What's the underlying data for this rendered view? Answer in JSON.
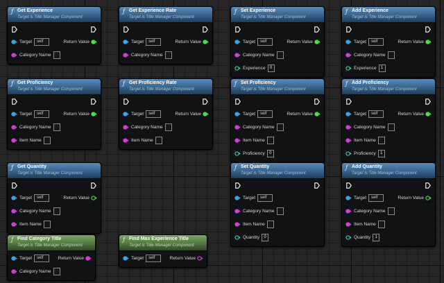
{
  "graph": {
    "nodes": [
      {
        "id": "get-experience",
        "title": "Get Experience",
        "subtitle": "Target is Title Manager Component",
        "kind": "function",
        "exec": true,
        "return": "Return Value",
        "return_filled": true,
        "inputs": [
          {
            "type": "target",
            "label": "Target",
            "value": "self"
          },
          {
            "type": "name",
            "label": "Category Name"
          }
        ]
      },
      {
        "id": "get-experience-rate",
        "title": "Get Experience Rate",
        "subtitle": "Target is Title Manager Component",
        "kind": "function",
        "exec": true,
        "return": "Return Value",
        "return_filled": true,
        "inputs": [
          {
            "type": "target",
            "label": "Target",
            "value": "self"
          },
          {
            "type": "name",
            "label": "Category Name"
          }
        ]
      },
      {
        "id": "set-experience",
        "title": "Set Experience",
        "subtitle": "Target is Title Manager Component",
        "kind": "function",
        "exec": true,
        "return": "Return Value",
        "return_filled": true,
        "inputs": [
          {
            "type": "target",
            "label": "Target",
            "value": "self"
          },
          {
            "type": "name",
            "label": "Category Name"
          },
          {
            "type": "int",
            "label": "Experience",
            "value": "0"
          }
        ]
      },
      {
        "id": "add-experience",
        "title": "Add Experience",
        "subtitle": "Target is Title Manager Component",
        "kind": "function",
        "exec": true,
        "return": "Return Value",
        "return_filled": true,
        "inputs": [
          {
            "type": "target",
            "label": "Target",
            "value": "self"
          },
          {
            "type": "name",
            "label": "Category Name"
          },
          {
            "type": "int",
            "label": "Experience",
            "value": "1"
          }
        ]
      },
      {
        "id": "get-proficiency",
        "title": "Get Proficiency",
        "subtitle": "Target is Title Manager Component",
        "kind": "function",
        "exec": true,
        "return": "Return Value",
        "return_filled": true,
        "inputs": [
          {
            "type": "target",
            "label": "Target",
            "value": "self"
          },
          {
            "type": "name",
            "label": "Category Name"
          },
          {
            "type": "name",
            "label": "Item Name"
          }
        ]
      },
      {
        "id": "get-proficiency-rate",
        "title": "Get Proficiency Rate",
        "subtitle": "Target is Title Manager Component",
        "kind": "function",
        "exec": true,
        "return": "Return Value",
        "return_filled": true,
        "inputs": [
          {
            "type": "target",
            "label": "Target",
            "value": "self"
          },
          {
            "type": "name",
            "label": "Category Name"
          },
          {
            "type": "name",
            "label": "Item Name"
          }
        ]
      },
      {
        "id": "set-proficiency",
        "title": "Set Proficiency",
        "subtitle": "Target is Title Manager Component",
        "kind": "function",
        "exec": true,
        "return": "Return Value",
        "return_filled": true,
        "inputs": [
          {
            "type": "target",
            "label": "Target",
            "value": "self"
          },
          {
            "type": "name",
            "label": "Category Name"
          },
          {
            "type": "name",
            "label": "Item Name"
          },
          {
            "type": "int",
            "label": "Proficiency",
            "value": "0"
          }
        ]
      },
      {
        "id": "add-proficiency",
        "title": "Add Proficiency",
        "subtitle": "Target is Title Manager Component",
        "kind": "function",
        "exec": true,
        "return": "Return Value",
        "return_filled": true,
        "inputs": [
          {
            "type": "target",
            "label": "Target",
            "value": "self"
          },
          {
            "type": "name",
            "label": "Category Name"
          },
          {
            "type": "name",
            "label": "Item Name"
          },
          {
            "type": "int",
            "label": "Proficiency",
            "value": "1"
          }
        ]
      },
      {
        "id": "get-quantity",
        "title": "Get Quantity",
        "subtitle": "Target is Title Manager Component",
        "kind": "function",
        "exec": true,
        "return": "Return Value",
        "return_filled": false,
        "inputs": [
          {
            "type": "target",
            "label": "Target",
            "value": "self"
          },
          {
            "type": "name",
            "label": "Category Name"
          },
          {
            "type": "name",
            "label": "Item Name"
          }
        ]
      },
      {
        "id": "set-quantity",
        "title": "Set Quantity",
        "subtitle": "Target is Title Manager Component",
        "kind": "function",
        "exec": true,
        "return": null,
        "return_filled": false,
        "inputs": [
          {
            "type": "target",
            "label": "Target",
            "value": "self"
          },
          {
            "type": "name",
            "label": "Category Name"
          },
          {
            "type": "name",
            "label": "Item Name"
          },
          {
            "type": "int-hollow",
            "label": "Quantity",
            "value": "0"
          }
        ]
      },
      {
        "id": "add-quantity",
        "title": "Add Quantity",
        "subtitle": "Target is Title Manager Component",
        "kind": "function",
        "exec": true,
        "return": "Return Value",
        "return_filled": false,
        "inputs": [
          {
            "type": "target",
            "label": "Target",
            "value": "self"
          },
          {
            "type": "name",
            "label": "Category Name"
          },
          {
            "type": "name",
            "label": "Item Name"
          },
          {
            "type": "int-hollow",
            "label": "Quantity",
            "value": "1"
          }
        ]
      },
      {
        "id": "find-category-title",
        "title": "Find Category Title",
        "subtitle": "Target is Title Manager Component",
        "kind": "pure",
        "exec": false,
        "return": "Return Value",
        "return_filled": true,
        "return_type": "struct",
        "inputs": [
          {
            "type": "target",
            "label": "Target",
            "value": "self"
          },
          {
            "type": "name",
            "label": "Category Name"
          }
        ]
      },
      {
        "id": "find-max-experience-title",
        "title": "Find Max Experience Title",
        "subtitle": "Target is Title Manager Component",
        "kind": "pure",
        "exec": false,
        "return": "Return Value",
        "return_filled": false,
        "return_type": "struct",
        "inputs": [
          {
            "type": "target",
            "label": "Target",
            "value": "self"
          }
        ]
      }
    ]
  },
  "colors": {
    "exec": "#ffffff",
    "object": "#3aa4e8",
    "name": "#d23fd6",
    "integer": "#2fd8a6",
    "bool_return": "#4be04b",
    "struct_return": "#d23fd6",
    "header_function": "#3c6a96",
    "header_pure": "#5b8048"
  }
}
